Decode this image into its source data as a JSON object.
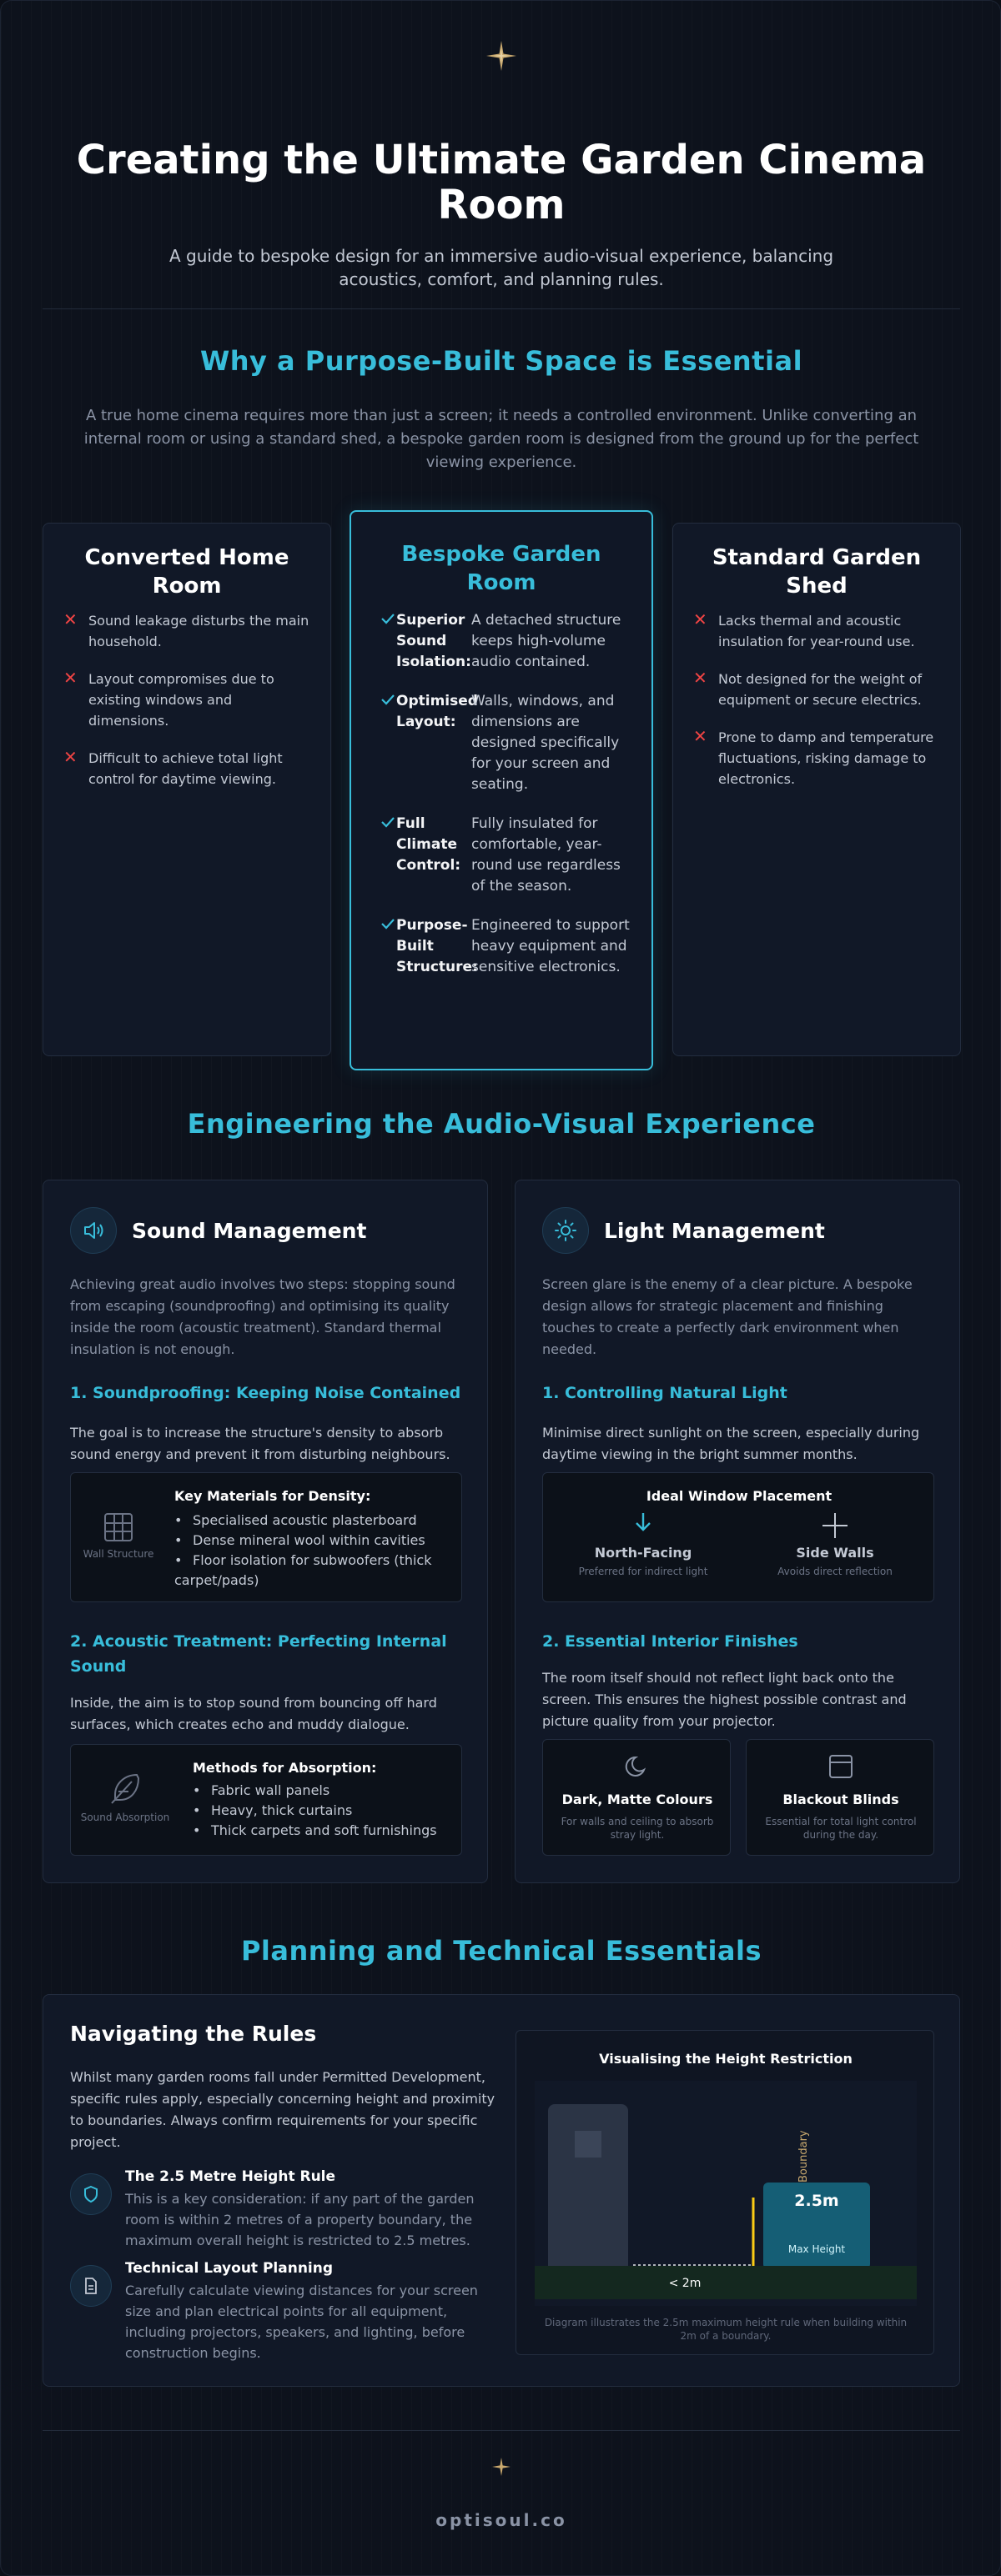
{
  "header": {
    "title": "Creating the Ultimate Garden Cinema Room",
    "subtitle": "A guide to bespoke design for an immersive audio-visual experience, balancing acoustics, comfort, and planning rules."
  },
  "why": {
    "title": "Why a Purpose-Built Space is Essential",
    "intro": "A true home cinema requires more than just a screen; it needs a controlled environment. Unlike converting an internal room or using a standard shed, a bespoke garden room is designed from the ground up for the perfect viewing experience.",
    "converted": {
      "title": "Converted Home Room",
      "items": [
        "Sound leakage disturbs the main household.",
        "Layout compromises due to existing windows and dimensions.",
        "Difficult to achieve total light control for daytime viewing."
      ]
    },
    "bespoke": {
      "title": "Bespoke Garden Room",
      "items": [
        {
          "label": "Superior Sound Isolation:",
          "desc": "A detached structure keeps high-volume audio contained."
        },
        {
          "label": "Optimised Layout:",
          "desc": "Walls, windows, and dimensions are designed specifically for your screen and seating."
        },
        {
          "label": "Full Climate Control:",
          "desc": "Fully insulated for comfortable, year-round use regardless of the season."
        },
        {
          "label": "Purpose-Built Structure:",
          "desc": "Engineered to support heavy equipment and sensitive electronics."
        }
      ]
    },
    "shed": {
      "title": "Standard Garden Shed",
      "items": [
        "Lacks thermal and acoustic insulation for year-round use.",
        "Not designed for the weight of equipment or secure electrics.",
        "Prone to damp and temperature fluctuations, risking damage to electronics."
      ]
    }
  },
  "av": {
    "title": "Engineering the Audio-Visual Experience",
    "sound": {
      "title": "Sound Management",
      "intro": "Achieving great audio involves two steps: stopping sound from escaping (soundproofing) and optimising its quality inside the room (acoustic treatment). Standard thermal insulation is not enough.",
      "sub1": "1. Soundproofing: Keeping Noise Contained",
      "text1": "The goal is to increase the structure's density to absorb sound energy and prevent it from disturbing neighbours.",
      "box1": {
        "caption": "Wall Structure",
        "heading": "Key Materials for Density:",
        "items": [
          "Specialised acoustic plasterboard",
          "Dense mineral wool within cavities",
          "Floor isolation for subwoofers (thick carpet/pads)"
        ]
      },
      "sub2": "2. Acoustic Treatment: Perfecting Internal Sound",
      "text2": "Inside, the aim is to stop sound from bouncing off hard surfaces, which creates echo and muddy dialogue.",
      "box2": {
        "caption": "Sound Absorption",
        "heading": "Methods for Absorption:",
        "items": [
          "Fabric wall panels",
          "Heavy, thick curtains",
          "Thick carpets and soft furnishings"
        ]
      }
    },
    "light": {
      "title": "Light Management",
      "intro": "Screen glare is the enemy of a clear picture. A bespoke design allows for strategic placement and finishing touches to create a perfectly dark environment when needed.",
      "sub1": "1. Controlling Natural Light",
      "text1": "Minimise direct sunlight on the screen, especially during daytime viewing in the bright summer months.",
      "window": {
        "heading": "Ideal Window Placement",
        "north_title": "North-Facing",
        "north_caption": "Preferred for indirect light",
        "side_title": "Side Walls",
        "side_caption": "Avoids direct reflection"
      },
      "sub2": "2. Essential Interior Finishes",
      "text2": "The room itself should not reflect light back onto the screen. This ensures the highest possible contrast and picture quality from your projector.",
      "dark": {
        "title": "Dark, Matte Colours",
        "caption": "For walls and ceiling to absorb stray light."
      },
      "blinds": {
        "title": "Blackout Blinds",
        "caption": "Essential for total light control during the day."
      }
    }
  },
  "planning": {
    "title": "Planning and Technical Essentials",
    "rules": {
      "title": "Navigating the Rules",
      "intro": "Whilst many garden rooms fall under Permitted Development, specific rules apply, especially concerning height and proximity to boundaries. Always confirm requirements for your specific project.",
      "height_title": "The 2.5 Metre Height Rule",
      "height_text": "This is a key consideration: if any part of the garden room is within 2 metres of a property boundary, the maximum overall height is restricted to 2.5 metres.",
      "layout_title": "Technical Layout Planning",
      "layout_text": "Carefully calculate viewing distances for your screen size and plan electrical points for all equipment, including projectors, speakers, and lighting, before construction begins."
    },
    "diagram": {
      "title": "Visualising the Height Restriction",
      "boundary_label": "Boundary",
      "height_value": "2.5m",
      "height_label": "Max Height",
      "distance_label": "< 2m",
      "caption": "Diagram illustrates the 2.5m maximum height rule when building within 2m of a boundary."
    }
  },
  "footer": {
    "brand": "optisoul.co"
  },
  "colors": {
    "accent": "#38bdda",
    "cross": "#ef4444",
    "gold": "#c9a96e",
    "boundary": "#facc15"
  }
}
